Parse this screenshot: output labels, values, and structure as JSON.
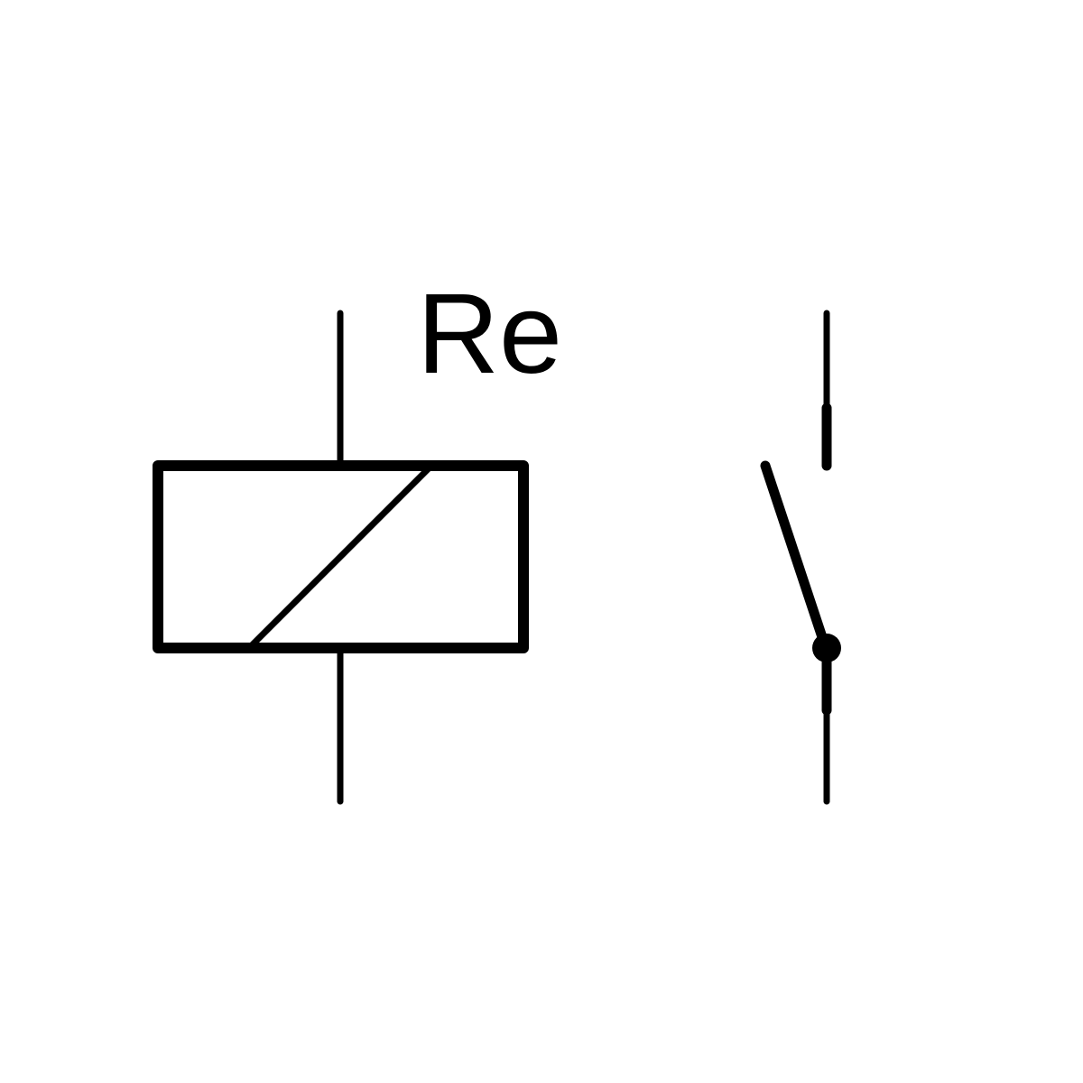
{
  "diagram": {
    "label": "Re",
    "stroke_color": "#000000",
    "background_color": "#ffffff",
    "coil_symbol": "relay-coil-with-diagonal",
    "contact_symbol": "normally-open-contact"
  }
}
